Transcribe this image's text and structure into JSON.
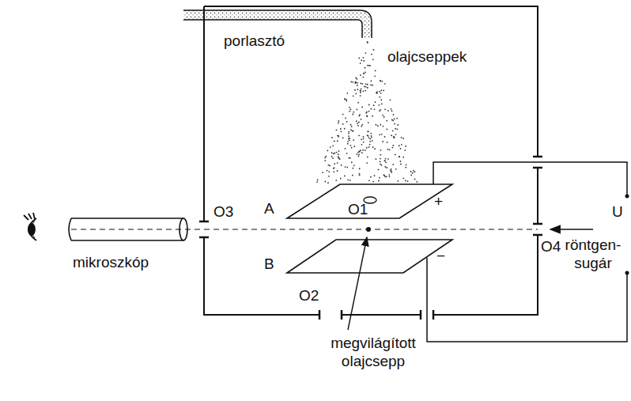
{
  "diagram": {
    "labels": [
      "porlasztó",
      "olajcseppek",
      "A",
      "O1",
      "+",
      "O3",
      "B",
      "O2",
      "−",
      "O4",
      "röntgen- sugár",
      "mikroszkóp",
      "megvilágított olajcsepp",
      "U"
    ]
  }
}
